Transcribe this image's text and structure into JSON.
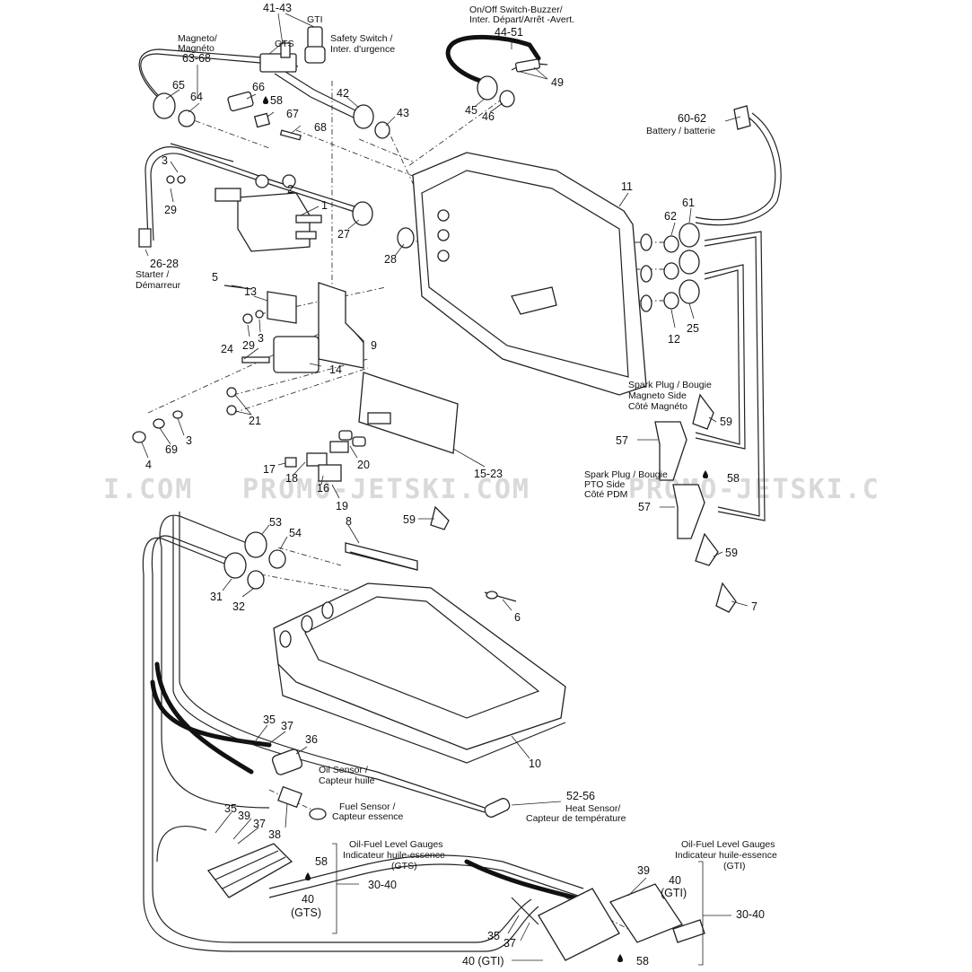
{
  "watermark": [
    "I.COM",
    "PROMO-JETSKI.COM",
    "PROMO-JETSKI.C"
  ],
  "labels": {
    "gti_top": "GTI",
    "gts_top": "GTS",
    "safety1": "Safety Switch /",
    "safety2": "Inter. d'urgence",
    "onoff1": "On/Off Switch-Buzzer/",
    "onoff2": "Inter. Départ/Arrêt -Avert.",
    "magneto1": "Magneto/",
    "magneto2": "Magnéto",
    "battery": "Battery / batterie",
    "starter1": "Starter /",
    "starter2": "Démarreur",
    "spark_mag1": "Spark Plug / Bougie",
    "spark_mag2": "Magneto Side",
    "spark_mag3": "Côté Magnéto",
    "spark_pto1": "Spark Plug / Bougie",
    "spark_pto2": "PTO Side",
    "spark_pto3": "Côté PDM",
    "oil1": "Oil  Sensor /",
    "oil2": "Capteur huile",
    "fuel1": "Fuel Sensor /",
    "fuel2": "Capteur essence",
    "heat1": "Heat Sensor/",
    "heat2": "Capteur de température",
    "gauge_gts1": "Oil-Fuel Level Gauges",
    "gauge_gts2": "Indicateur huile-essence",
    "gauge_gts3": "(GTS)",
    "gauge_gti1": "Oil-Fuel Level Gauges",
    "gauge_gti2": "Indicateur huile-essence",
    "gauge_gti3": "(GTI)"
  },
  "callouts": {
    "c41_43": "41-43",
    "c44_51": "44-51",
    "c63_68": "63-68",
    "c65": "65",
    "c64": "64",
    "c66": "66",
    "c58a": "58",
    "c67": "67",
    "c68": "68",
    "c42": "42",
    "c43": "43",
    "c45": "45",
    "c46": "46",
    "c49": "49",
    "c60_62": "60-62",
    "c3a": "3",
    "c2": "2",
    "c29a": "29",
    "c1": "1",
    "c27": "27",
    "c28": "28",
    "c26_28": "26-28",
    "c5": "5",
    "c13": "13",
    "c11": "11",
    "c61": "61",
    "c62": "62",
    "c12": "12",
    "c25": "25",
    "c29b": "29",
    "c3b": "3",
    "c9": "9",
    "c24": "24",
    "c14": "14",
    "c21": "21",
    "c3c": "3",
    "c69": "69",
    "c4": "4",
    "c15_23": "15-23",
    "c17": "17",
    "c18": "18",
    "c20": "20",
    "c16": "16",
    "c19": "19",
    "c59a": "59",
    "c57a": "57",
    "c58b": "58",
    "c57b": "57",
    "c59b": "59",
    "c59c": "59",
    "c7": "7",
    "c53": "53",
    "c54": "54",
    "c8": "8",
    "c31": "31",
    "c32": "32",
    "c6": "6",
    "c10": "10",
    "c35a": "35",
    "c37a": "37",
    "c36": "36",
    "c35b": "35",
    "c39a": "39",
    "c37b": "37",
    "c38": "38",
    "c52_56": "52-56",
    "c58c": "58",
    "c40gts_a": "40",
    "c40gts_b": "(GTS)",
    "c30_40a": "30-40",
    "c39b": "39",
    "c40gti_a": "40",
    "c40gti_b": "(GTI)",
    "c30_40b": "30-40",
    "c35c": "35",
    "c37c": "37",
    "c40gti_bottom": "40 (GTI)",
    "c58d": "58"
  }
}
